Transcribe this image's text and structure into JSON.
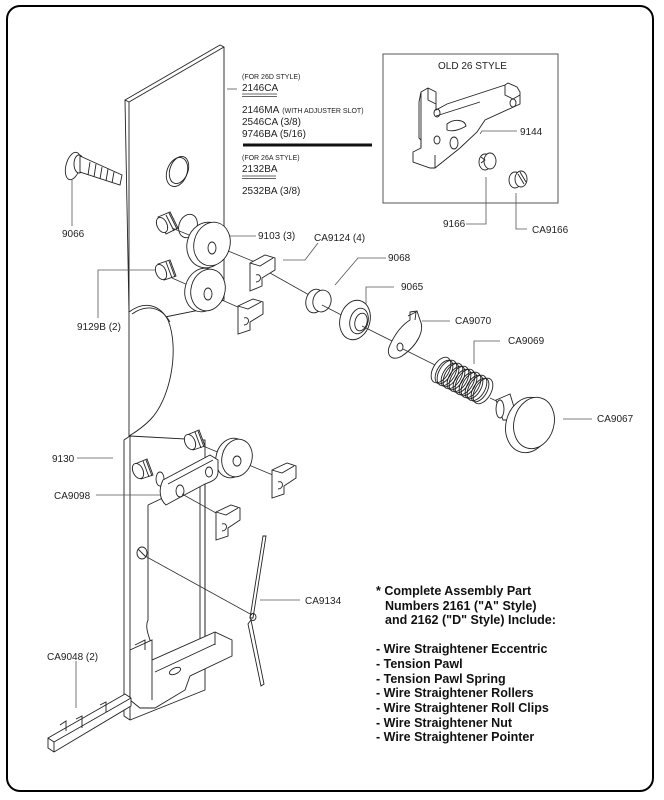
{
  "diagram": {
    "inset_title": "OLD 26 STYLE",
    "version_block": {
      "d_style_note": "(FOR 26D STYLE)",
      "d_style_part": "2146CA",
      "d_alt_part": "2146MA",
      "d_alt_note": "(WITH ADJUSTER SLOT)",
      "d_38": "2546CA (3/8)",
      "d_516": "9746BA (5/16)",
      "a_style_note": "(FOR 26A STYLE)",
      "a_style_part": "2132BA",
      "a_38": "2532BA (3/8)"
    },
    "callouts": {
      "p9066": "9066",
      "p9103": "9103 (3)",
      "pCA9124": "CA9124 (4)",
      "p9068": "9068",
      "p9065": "9065",
      "pCA9070": "CA9070",
      "pCA9069": "CA9069",
      "pCA9067": "CA9067",
      "p9129B": "9129B (2)",
      "p9130": "9130",
      "pCA9098": "CA9098",
      "pCA9134": "CA9134",
      "pCA9048": "CA9048 (2)",
      "p9144": "9144",
      "p9166": "9166",
      "pCA9166": "CA9166"
    },
    "note": {
      "header_lines": [
        "* Complete Assembly Part",
        "Numbers 2161 (\"A\" Style)",
        "and 2162 (\"D\" Style) Include:"
      ],
      "items": [
        "- Wire Straightener Eccentric",
        "- Tension Pawl",
        "- Tension Pawl Spring",
        "- Wire Straightener Rollers",
        "- Wire Straightener Roll Clips",
        "- Wire Straightener Nut",
        "- Wire Straightener Pointer"
      ]
    }
  }
}
